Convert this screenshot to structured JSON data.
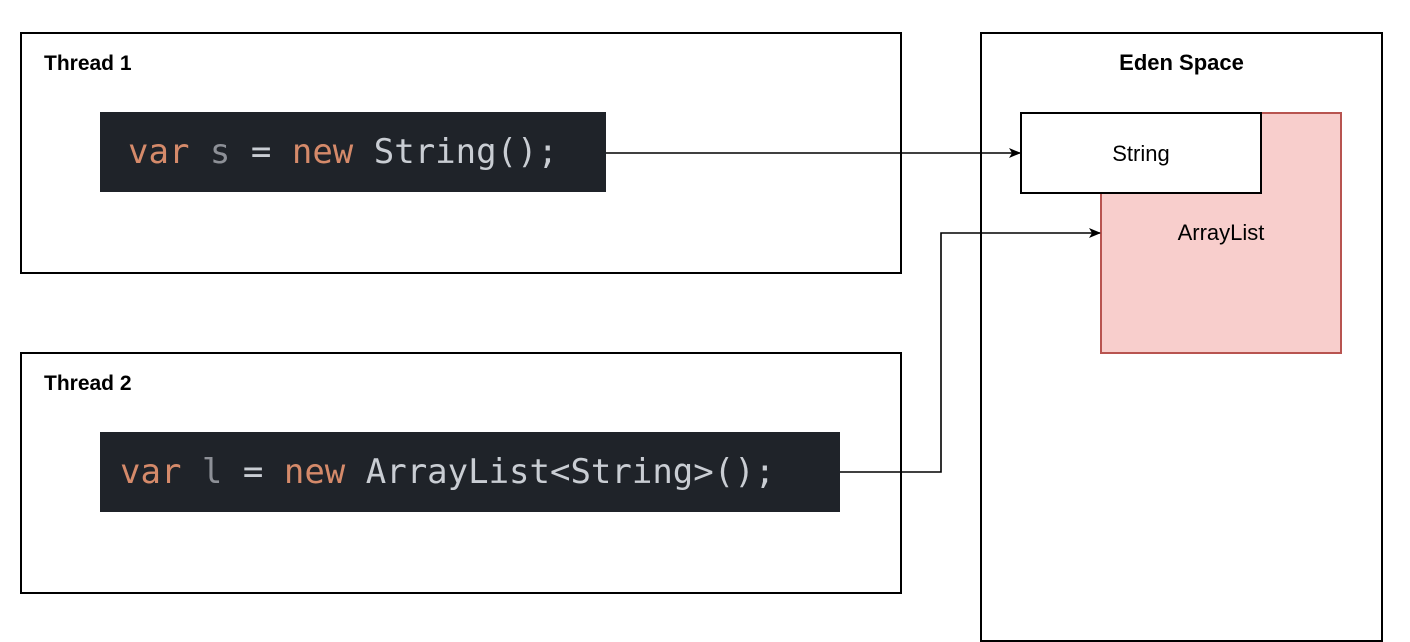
{
  "thread1": {
    "label": "Thread 1",
    "code": {
      "kw1": "var",
      "name": "s",
      "eq": "=",
      "kw2": "new",
      "rest": "String();"
    }
  },
  "thread2": {
    "label": "Thread 2",
    "code": {
      "kw1": "var",
      "name": "l",
      "eq": "=",
      "kw2": "new",
      "rest": "ArrayList<String>();"
    }
  },
  "eden": {
    "title": "Eden Space",
    "objects": {
      "string": "String",
      "arraylist": "ArrayList"
    }
  },
  "colors": {
    "arraylist_fill": "#f8cecc",
    "arraylist_border": "#b85450",
    "code_bg": "#1f2329",
    "keyword": "#d58a6a"
  }
}
